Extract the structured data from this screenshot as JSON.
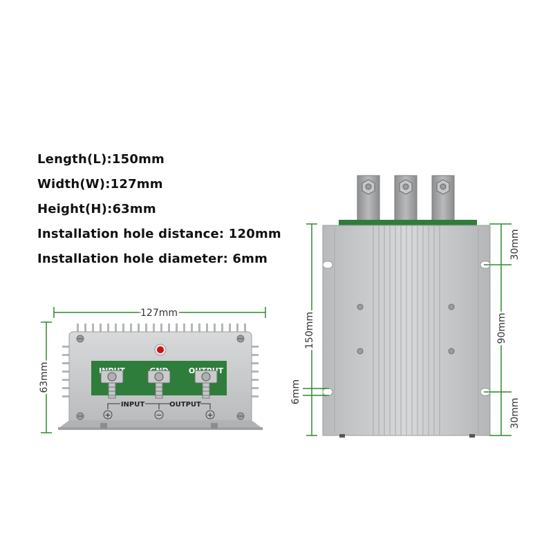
{
  "specs": {
    "length": "Length(L):150mm",
    "width": "Width(W):127mm",
    "height": "Height(H):63mm",
    "hole_distance": "Installation hole distance:  120mm",
    "hole_diameter": "Installation hole diameter:  6mm"
  },
  "front_view": {
    "width_dim": "127mm",
    "height_dim": "63mm",
    "terminal_labels": [
      "INPUT",
      "GND",
      "OUTPUT"
    ],
    "bottom_labels": [
      "INPUT",
      "OUTPUT"
    ],
    "polarity_marks": [
      "+",
      "−",
      "+"
    ]
  },
  "top_view": {
    "length_dim": "150mm",
    "hole_dim": "6mm",
    "top_offset_dim": "30mm",
    "hole_spacing_dim": "90mm",
    "bottom_offset_dim": "30mm"
  },
  "colors": {
    "dimension_line": "#2a8a2a",
    "pcb": "#2e7d3a",
    "case": "#c9cbcd",
    "indicator": "#d01010"
  }
}
